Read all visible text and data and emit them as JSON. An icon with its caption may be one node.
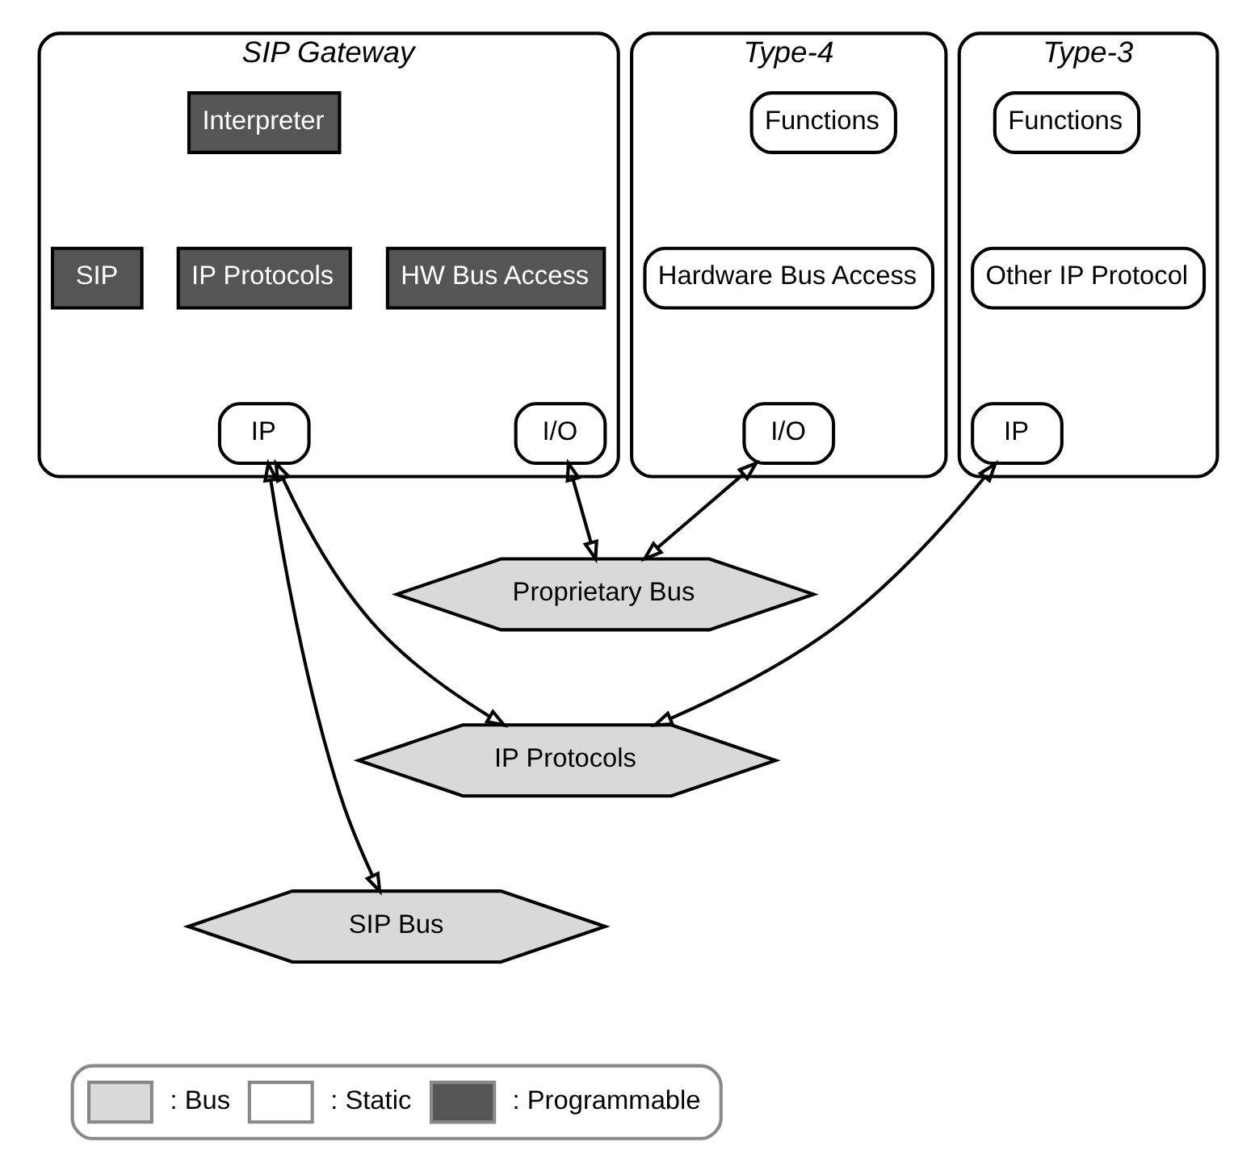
{
  "diagram": {
    "nodes": [
      {
        "text": [
          "SIP Gateway"
        ]
      },
      {
        "text": [
          "Interpreter"
        ],
        "in": 0
      },
      {
        "text": [
          "SIP"
        ],
        "in": 0
      },
      {
        "text": [
          "IP Protocols"
        ],
        "in": 0
      },
      {
        "text": [
          "HW Bus Access"
        ],
        "in": 0
      },
      {
        "text": [
          "IP"
        ],
        "in": 0
      },
      {
        "text": [
          "I/O"
        ],
        "in": 0
      },
      {
        "text": [
          "Type-3"
        ]
      },
      {
        "text": [
          "Functions"
        ],
        "in": 7
      },
      {
        "text": [
          "Other IP Protocol"
        ],
        "in": 7
      },
      {
        "text": [
          "IP"
        ],
        "in": 7
      },
      {
        "text": [
          "Type-4"
        ]
      },
      {
        "text": [
          "Functions"
        ],
        "in": 11
      },
      {
        "text": [
          "Hardware Bus Access"
        ],
        "in": 11
      },
      {
        "text": [
          "I/O"
        ],
        "in": 11
      },
      {
        "text": [
          "Proprietary Bus"
        ]
      },
      {
        "text": [
          "IP Protocols"
        ]
      },
      {
        "text": [
          "SIP Bus"
        ]
      }
    ],
    "edges": [
      {
        "from": 5,
        "to": 17,
        "arrow": "both"
      },
      {
        "from": 5,
        "to": 16,
        "arrow": "both"
      },
      {
        "from": 6,
        "to": 15,
        "arrow": "both"
      },
      {
        "from": 10,
        "to": 16,
        "arrow": "both"
      },
      {
        "from": 14,
        "to": 15,
        "arrow": "both"
      }
    ],
    "legend": [
      {
        "text": ": Bus"
      },
      {
        "text": ": Static"
      },
      {
        "text": ": Programmable"
      }
    ]
  }
}
